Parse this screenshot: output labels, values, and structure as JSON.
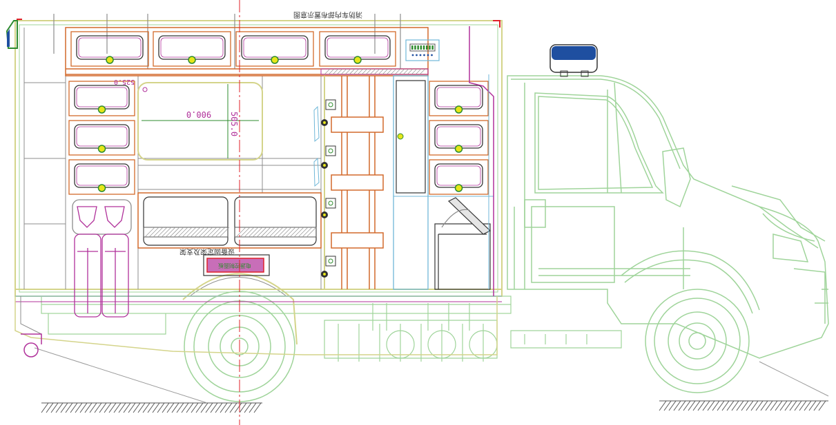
{
  "drawing": {
    "title_text": "消防车内部布置示意图",
    "dim_width": "900.0",
    "dim_height": "505.0",
    "dim_small": "525.0",
    "note_text": "设备固定架及支架",
    "panel_label": "电源控制面板"
  },
  "colors": {
    "body_outline": "#d4d48a",
    "cab_lines": "#9fd49a",
    "orange": "#d2692a",
    "magenta": "#b0309a",
    "green": "#2e8b2e",
    "cyan": "#6fb7d8",
    "grey": "#8c8c8c",
    "red": "#e0202a",
    "blue": "#1f4fa0"
  }
}
